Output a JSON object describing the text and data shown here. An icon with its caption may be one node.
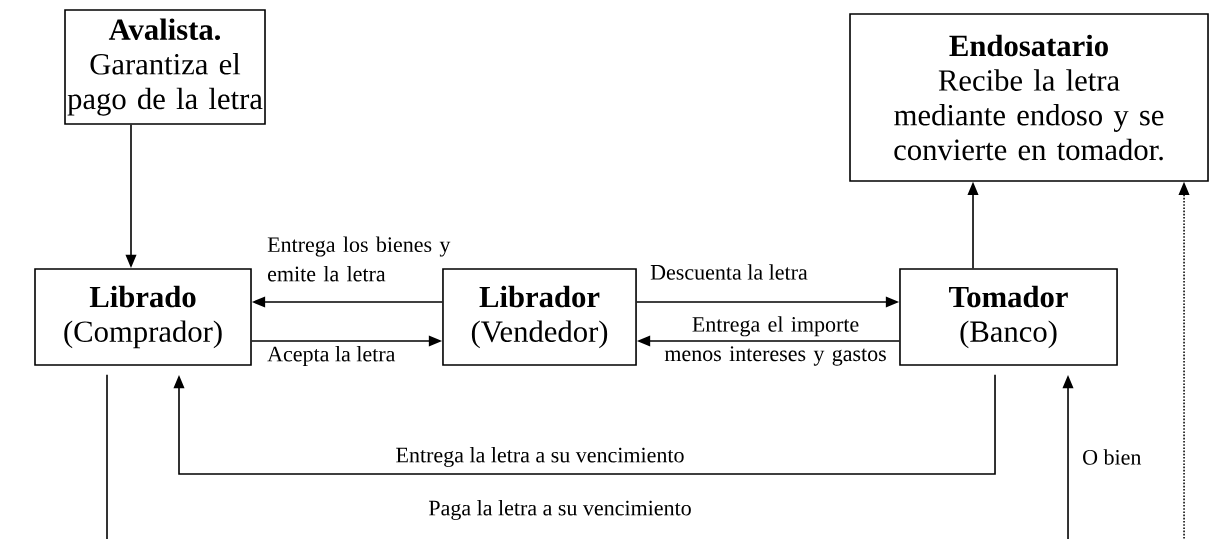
{
  "diagram": {
    "nodes": [
      {
        "text": [
          "Avalista.",
          "Garantiza el pago de la letra"
        ]
      },
      {
        "text": [
          "Endosatario",
          "Recibe la letra mediante endoso y se convierte en tomador."
        ]
      },
      {
        "text": [
          "Librado",
          "(Comprador)"
        ]
      },
      {
        "text": [
          "Librador",
          "(Vendedor)"
        ]
      },
      {
        "text": [
          "Tomador",
          "(Banco)"
        ]
      }
    ],
    "edges": [
      {
        "from": 0,
        "to": 2,
        "arrow": "to"
      },
      {
        "from": 3,
        "to": 2,
        "arrow": "to",
        "label": "Entrega los bienes y emite la letra"
      },
      {
        "from": 2,
        "to": 3,
        "arrow": "to",
        "label": "Acepta la letra"
      },
      {
        "from": 3,
        "to": 4,
        "arrow": "to",
        "label": "Descuenta la letra"
      },
      {
        "from": 4,
        "to": 3,
        "arrow": "to",
        "label": "Entrega el importe menos intereses y gastos"
      },
      {
        "from": 4,
        "to": 1,
        "arrow": "to"
      },
      {
        "from": 4,
        "to": 2,
        "arrow": "to",
        "label": "Entrega la letra a su vencimiento"
      },
      {
        "from": 2,
        "to": 4,
        "arrow": "to",
        "label": "Paga la letra a su vencimiento"
      },
      {
        "from": null,
        "to": 1,
        "arrow": "to",
        "style": "dashed"
      }
    ],
    "labels": [
      "O bien"
    ]
  }
}
